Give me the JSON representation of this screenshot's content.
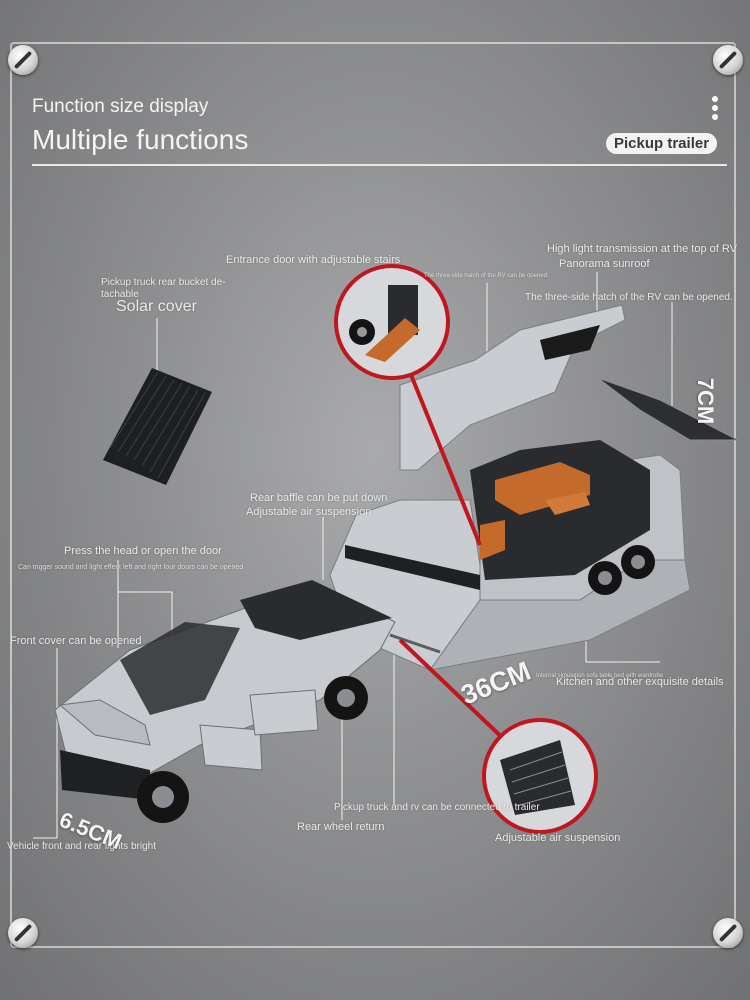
{
  "header": {
    "subtitle": "Function size display",
    "title": "Multiple functions",
    "badge": "Pickup trailer"
  },
  "labels": {
    "entrance_door": "Entrance door with adjustable stairs",
    "hatch_note_small": "The three-side hatch of the RV can be opened.",
    "high_light": "High light transmission at the top of RV",
    "panorama": "Panorama sunroof",
    "hatch_opened": "The three-side hatch of the RV can be opened.",
    "solar_note": "Pickup truck rear bucket de-tachable",
    "solar_cover": "Solar cover",
    "rear_baffle": "Rear baffle can be put down",
    "air_suspension_top": "Adjustable air suspension",
    "press_head": "Press the head or open the door",
    "trigger_sound": "Can trigger sound and light effect left and right four doors can be opened",
    "front_cover": "Front cover can be opened",
    "kitchen_small": "Internal simulation sofa table bed with wardrobe",
    "kitchen": "Kitchen and other exquisite details",
    "connect_trailer": "Pickup truck and rv can be connected to trailer",
    "rear_wheel": "Rear wheel return",
    "air_suspension_bottom": "Adjustable air suspension",
    "lights_bright": "Vehicle front and rear lights bright"
  },
  "dimensions": {
    "height": "7CM",
    "length": "36CM",
    "width": "6.5CM"
  },
  "colors": {
    "background": "#8e8f91",
    "accent_red": "#c0171e",
    "interior_orange": "#c46a2a",
    "body_silver": "#c9ccd0"
  }
}
